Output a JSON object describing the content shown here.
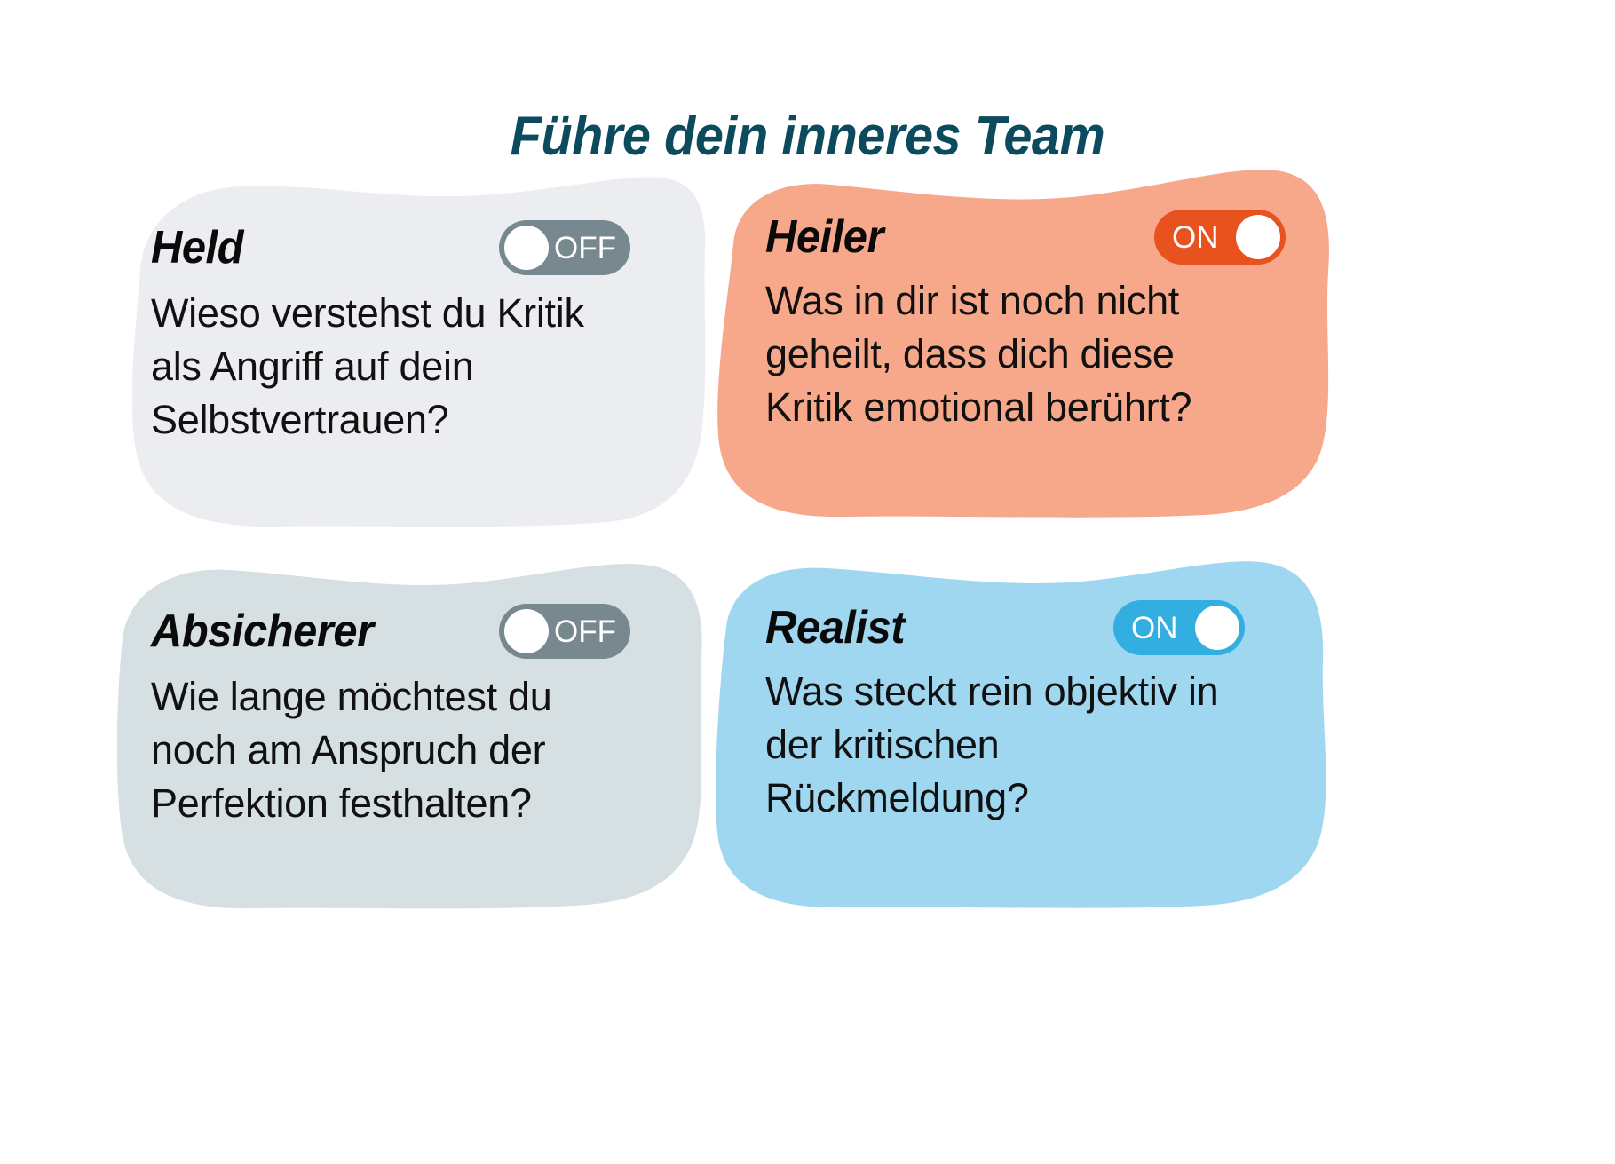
{
  "header": {
    "title": "Führe dein inneres Team",
    "title_color": "#0C4A5E"
  },
  "toggle_colors": {
    "off_track": "#78888F",
    "on_track_orange": "#E8521F",
    "on_track_blue": "#32AEE0",
    "knob": "#FFFFFF"
  },
  "cards": [
    {
      "id": "held",
      "title": "Held",
      "bg_color": "#EBEDF1",
      "toggle": {
        "state": "off",
        "label": "OFF",
        "track_color": "#78888F"
      },
      "body_lines": [
        "Wieso verstehst du Kritik",
        "als Angriff auf dein",
        "Selbstvertrauen?"
      ]
    },
    {
      "id": "heiler",
      "title": "Heiler",
      "bg_color": "#F7A88B",
      "toggle": {
        "state": "on",
        "label": "ON",
        "track_color": "#E8521F"
      },
      "body_lines": [
        "Was in dir ist noch nicht",
        "geheilt, dass dich diese",
        "Kritik emotional berührt?"
      ]
    },
    {
      "id": "absicherer",
      "title": "Absicherer",
      "bg_color": "#D6DFE1",
      "toggle": {
        "state": "off",
        "label": "OFF",
        "track_color": "#78888F"
      },
      "body_lines": [
        "Wie lange möchtest du",
        "noch am Anspruch der",
        "Perfektion festhalten?"
      ]
    },
    {
      "id": "realist",
      "title": "Realist",
      "bg_color": "#9FD7F0",
      "toggle": {
        "state": "on",
        "label": "ON",
        "track_color": "#32AEE0"
      },
      "body_lines": [
        "Was steckt rein objektiv in",
        "der kritischen",
        "Rückmeldung?"
      ]
    }
  ]
}
